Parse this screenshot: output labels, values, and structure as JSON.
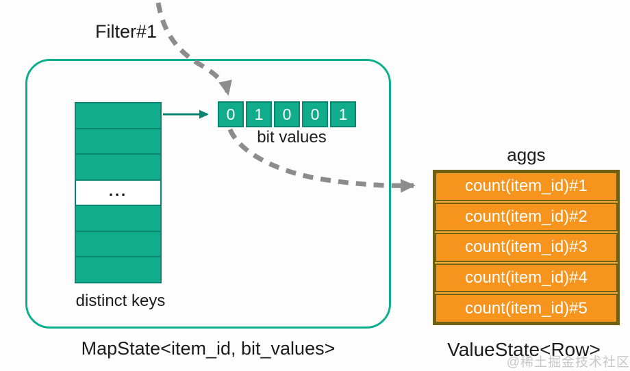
{
  "filter_label": "Filter#1",
  "map_state": {
    "distinct_keys_label": "distinct keys",
    "ellipsis": "...",
    "bit_values": [
      "0",
      "1",
      "0",
      "0",
      "1"
    ],
    "bit_values_label": "bit values",
    "caption": "MapState<item_id, bit_values>"
  },
  "value_state": {
    "aggs_label": "aggs",
    "rows": [
      "count(item_id)#1",
      "count(item_id)#2",
      "count(item_id)#3",
      "count(item_id)#4",
      "count(item_id)#5"
    ],
    "caption": "ValueState<Row>"
  },
  "watermark": "@稀土掘金技术社区",
  "colors": {
    "teal_fill": "#10ac8c",
    "teal_border": "#0a8570",
    "box_outline": "#0cae8e",
    "arrow_gray": "#8c8c8c",
    "orange_fill": "#f7941e",
    "orange_border": "#6f6012",
    "text": "#1c1c1c",
    "watermark_gray": "#c8c8c8"
  }
}
